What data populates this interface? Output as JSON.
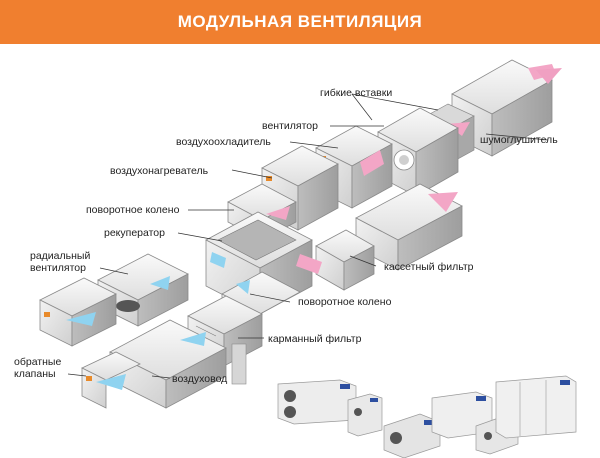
{
  "header": {
    "title": "МОДУЛЬНАЯ ВЕНТИЛЯЦИЯ",
    "color": "#f07f2f"
  },
  "labels": {
    "flexible_inserts": "гибкие вставки",
    "fan": "вентилятор",
    "silencer": "шумоглушитель",
    "air_cooler": "воздухоохладитель",
    "air_heater": "воздухонагреватель",
    "turning_elbow_top": "поворотное колено",
    "recuperator": "рекуператор",
    "radial_fan_line1": "радиальный",
    "radial_fan_line2": "вентилятор",
    "cassette_filter": "кассетный фильтр",
    "turning_elbow_bottom": "поворотное колено",
    "pocket_filter": "карманный фильтр",
    "check_valves_line1": "обратные",
    "check_valves_line2": "клапаны",
    "air_duct": "воздуховод"
  },
  "colors": {
    "duct_light": "#e6e6e6",
    "duct_mid": "#c8c8c8",
    "duct_dark": "#a9a9a9",
    "air_pink": "#f3a6c6",
    "air_blue": "#8fd3f0",
    "accent_orange": "#e88a2a"
  }
}
